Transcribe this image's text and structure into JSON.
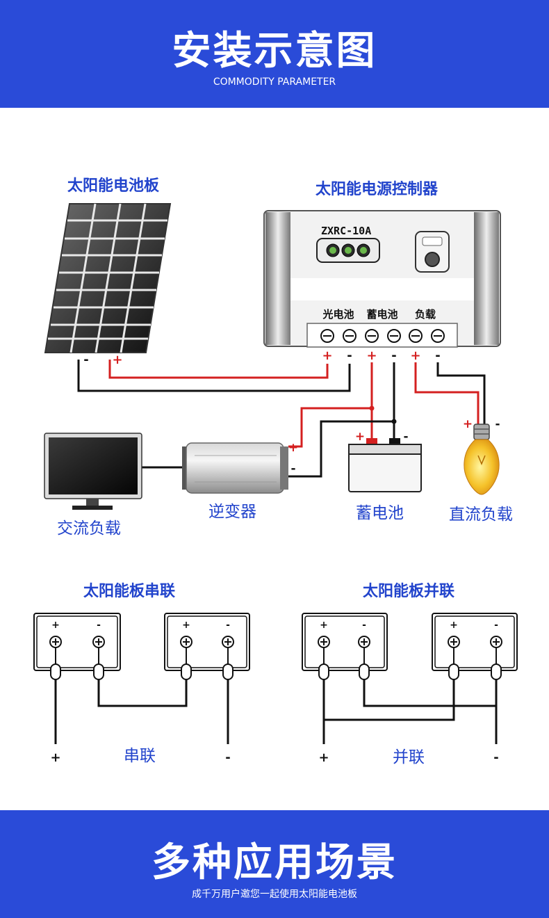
{
  "header": {
    "title": "安装示意图",
    "subtitle": "COMMODITY PARAMETER"
  },
  "install": {
    "panel_label": "太阳能电池板",
    "controller_label": "太阳能电源控制器",
    "controller_model": "ZXRC-10A",
    "terminal_groups": [
      "光电池",
      "蓄电池",
      "负载"
    ],
    "ac_load_label": "交流负载",
    "inverter_label": "逆变器",
    "battery_label": "蓄电池",
    "dc_load_label": "直流负载",
    "plus": "+",
    "minus": "-"
  },
  "series": {
    "title": "太阳能板串联",
    "caption": "串联"
  },
  "parallel": {
    "title": "太阳能板并联",
    "caption": "并联"
  },
  "footer": {
    "title": "多种应用场景",
    "subtitle": "成千万用户邀您一起使用太阳能电池板"
  },
  "colors": {
    "band": "#2a4bd8",
    "label": "#2244cc",
    "wire_red": "#d42020",
    "wire_black": "#111111"
  }
}
